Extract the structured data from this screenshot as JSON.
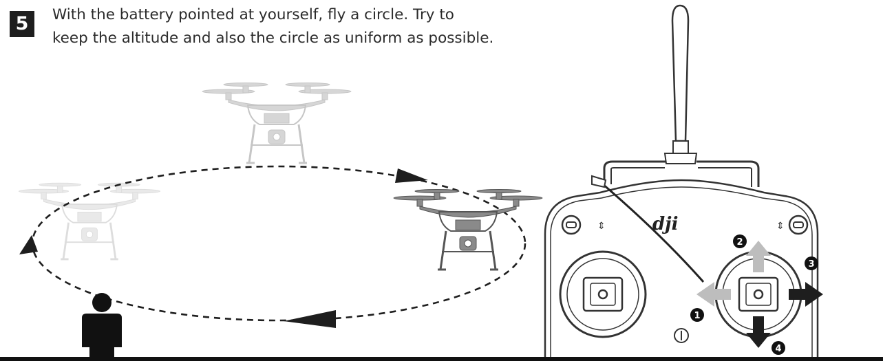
{
  "step": {
    "number": "5",
    "line1": "With the battery pointed at yourself, fly a circle. Try to",
    "line2": "keep the altitude and also the circle as uniform as possible."
  },
  "controller": {
    "brand": "dji",
    "stick_markers": [
      "1",
      "2",
      "3",
      "4"
    ]
  },
  "colors": {
    "ink": "#1e1e1e",
    "arrow_gray": "#bdbdbd",
    "arrow_dark": "#1e1e1e",
    "drone_faint": "#c8c8c8"
  },
  "icons": {
    "person": "person-icon",
    "drone": "quadcopter-drone-icon",
    "remote": "remote-controller-icon"
  }
}
